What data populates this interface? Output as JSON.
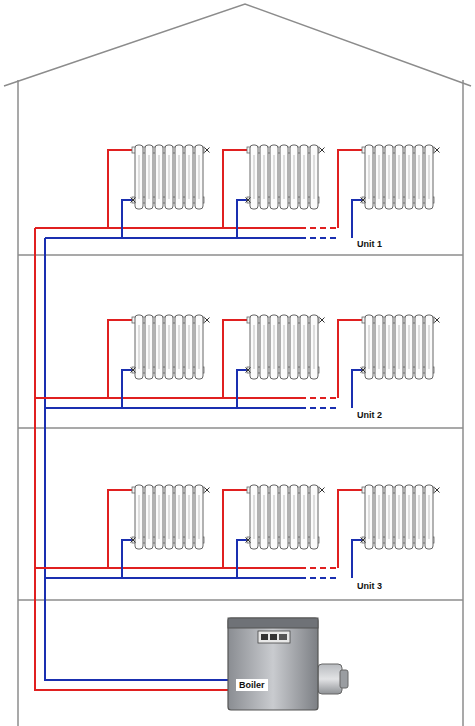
{
  "diagram": {
    "nodes": [
      {
        "text": [
          "Boiler"
        ]
      }
    ],
    "labels": [
      "Unit 1",
      "Unit 2",
      "Unit 3"
    ]
  }
}
